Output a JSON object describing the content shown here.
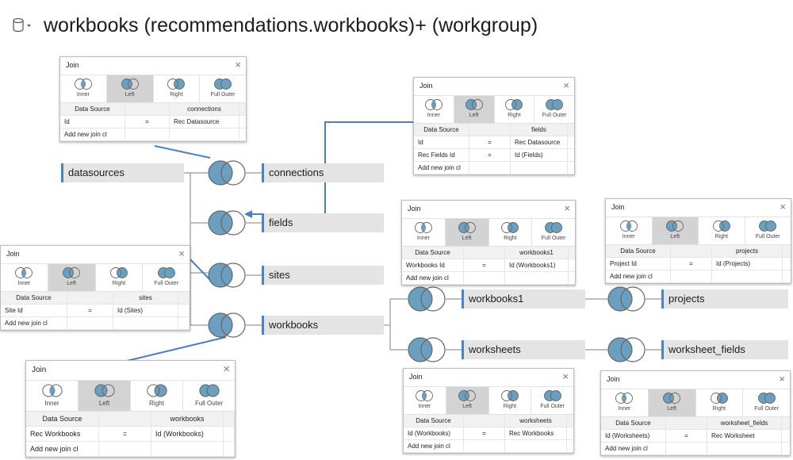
{
  "header": {
    "title": "workbooks (recommendations.workbooks)+ (workgroup)"
  },
  "icons": {
    "datasource": "database-icon",
    "dropdown": "caret-down-icon",
    "join": "venn-join-icon"
  },
  "colors": {
    "venn_fill": "#6a9fbf",
    "venn_stroke": "#666666",
    "accent": "#4a84c1",
    "table_bg": "#e4e4e4"
  },
  "tables": {
    "datasources": "datasources",
    "connections": "connections",
    "fields": "fields",
    "sites": "sites",
    "workbooks": "workbooks",
    "workbooks1": "workbooks1",
    "projects": "projects",
    "worksheets": "worksheets",
    "worksheet_fields": "worksheet_fields"
  },
  "join_types": [
    "Inner",
    "Left",
    "Right",
    "Full Outer"
  ],
  "dialogs": {
    "connections": {
      "title": "Join",
      "close": "×",
      "left_header": "Data Source",
      "right_header": "connections",
      "left_field": "Id",
      "operator": "=",
      "right_field": "Rec Datasource",
      "add_clause": "Add new join cl"
    },
    "fields": {
      "title": "Join",
      "close": "×",
      "left_header": "Data Source",
      "right_header": "fields",
      "row1_left": "Id",
      "row1_op": "=",
      "row1_right": "Rec Datasource",
      "row2_left": "Rec Fields Id",
      "row2_op": "=",
      "row2_right": "Id (Fields)",
      "add_clause": "Add new join cl"
    },
    "sites": {
      "title": "Join",
      "close": "×",
      "left_header": "Data Source",
      "right_header": "sites",
      "left_field": "Site Id",
      "operator": "=",
      "right_field": "Id (Sites)",
      "add_clause": "Add new join cl"
    },
    "workbooks": {
      "title": "Join",
      "close": "×",
      "left_header": "Data Source",
      "right_header": "workbooks",
      "left_field": "Rec Workbooks",
      "operator": "=",
      "right_field": "Id (Workbooks)",
      "add_clause": "Add new join cl"
    },
    "workbooks1": {
      "title": "Join",
      "close": "×",
      "left_header": "Data Source",
      "right_header": "workbooks1",
      "left_field": "Workbooks Id",
      "operator": "=",
      "right_field": "Id (Workbooks1)",
      "add_clause": "Add new join cl"
    },
    "projects": {
      "title": "Join",
      "close": "×",
      "left_header": "Data Source",
      "right_header": "projects",
      "left_field": "Project Id",
      "operator": "=",
      "right_field": "Id (Projects)",
      "add_clause": "Add new join cl"
    },
    "worksheets": {
      "title": "Join",
      "close": "×",
      "left_header": "Data Source",
      "right_header": "worksheets",
      "left_field": "Id (Workbooks)",
      "operator": "=",
      "right_field": "Rec Workbooks",
      "add_clause": "Add new join cl"
    },
    "worksheet_fields": {
      "title": "Join",
      "close": "×",
      "left_header": "Data Source",
      "right_header": "worksheet_fields",
      "left_field": "Id (Worksheets)",
      "operator": "=",
      "right_field": "Rec Worksheet",
      "add_clause": "Add new join cl"
    }
  }
}
